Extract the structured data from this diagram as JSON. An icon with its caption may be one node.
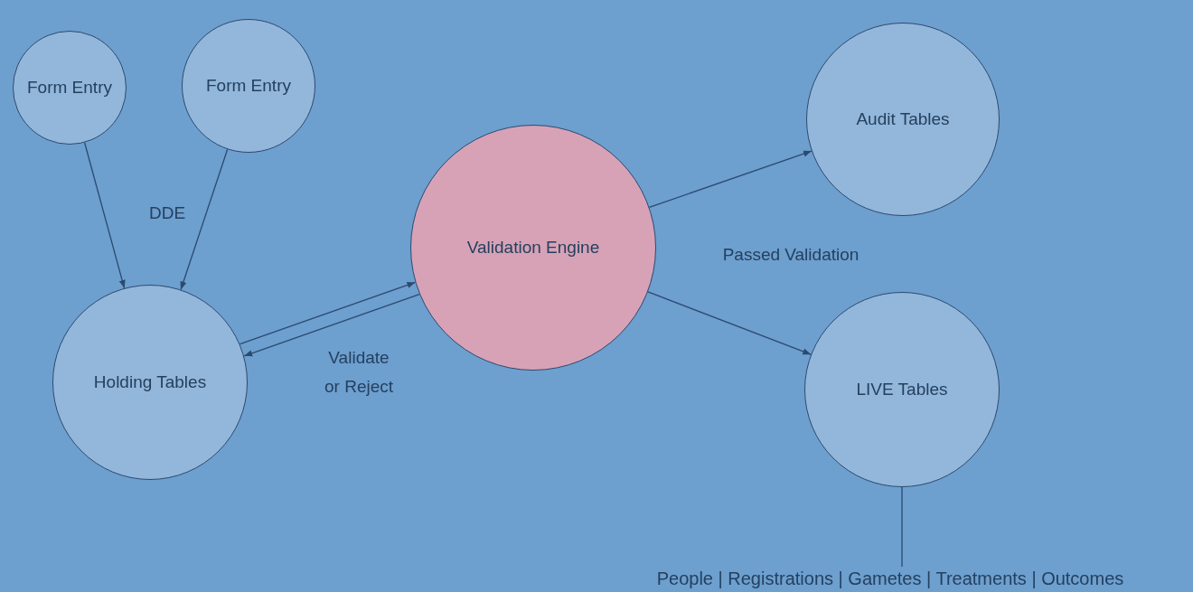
{
  "diagram": {
    "nodes": [
      {
        "text": [
          "Form Entry"
        ]
      },
      {
        "text": [
          "Form Entry"
        ]
      },
      {
        "text": [
          "Holding Tables"
        ]
      },
      {
        "text": [
          "Validation Engine"
        ]
      },
      {
        "text": [
          "Audit Tables"
        ]
      },
      {
        "text": [
          "LIVE Tables"
        ]
      },
      {
        "text": [
          "People | Registrations | Gametes | Treatments | Outcomes"
        ]
      }
    ],
    "edges": [
      {
        "from": 0,
        "to": 2,
        "arrow": "to"
      },
      {
        "from": 1,
        "to": 2,
        "arrow": "to"
      },
      {
        "from": 2,
        "to": 3,
        "arrow": "to"
      },
      {
        "from": 3,
        "to": 2,
        "arrow": "to"
      },
      {
        "from": 3,
        "to": 4,
        "arrow": "to"
      },
      {
        "from": 3,
        "to": 5,
        "arrow": "to"
      },
      {
        "from": 5,
        "to": 6,
        "arrow": "none"
      }
    ],
    "labels": [
      "DDE",
      "Validate or Reject",
      "Passed Validation"
    ]
  }
}
